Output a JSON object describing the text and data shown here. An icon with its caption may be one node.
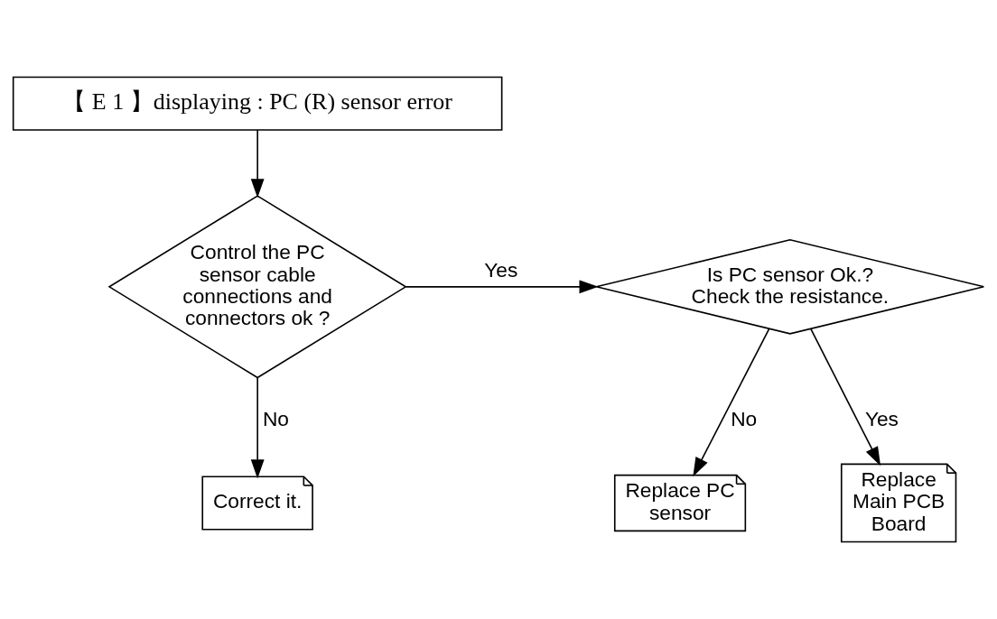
{
  "diagram": {
    "nodes": [
      {
        "text": [
          "【 E 1 】displaying : PC (R) sensor error"
        ]
      },
      {
        "text": [
          "Control the PC sensor cable connections and connectors ok ?"
        ]
      },
      {
        "text": [
          "Is PC sensor Ok.? Check the resistance."
        ]
      },
      {
        "text": [
          "Correct it."
        ]
      },
      {
        "text": [
          "Replace PC sensor"
        ]
      },
      {
        "text": [
          "Replace Main PCB Board"
        ]
      }
    ],
    "edges": [
      {
        "from": 0,
        "to": 1,
        "arrow": "to"
      },
      {
        "from": 1,
        "to": 2,
        "arrow": "to",
        "label": "Yes"
      },
      {
        "from": 1,
        "to": 3,
        "arrow": "to",
        "label": "No"
      },
      {
        "from": 2,
        "to": 4,
        "arrow": "to",
        "label": "No"
      },
      {
        "from": 2,
        "to": 5,
        "arrow": "to",
        "label": "Yes"
      }
    ]
  }
}
